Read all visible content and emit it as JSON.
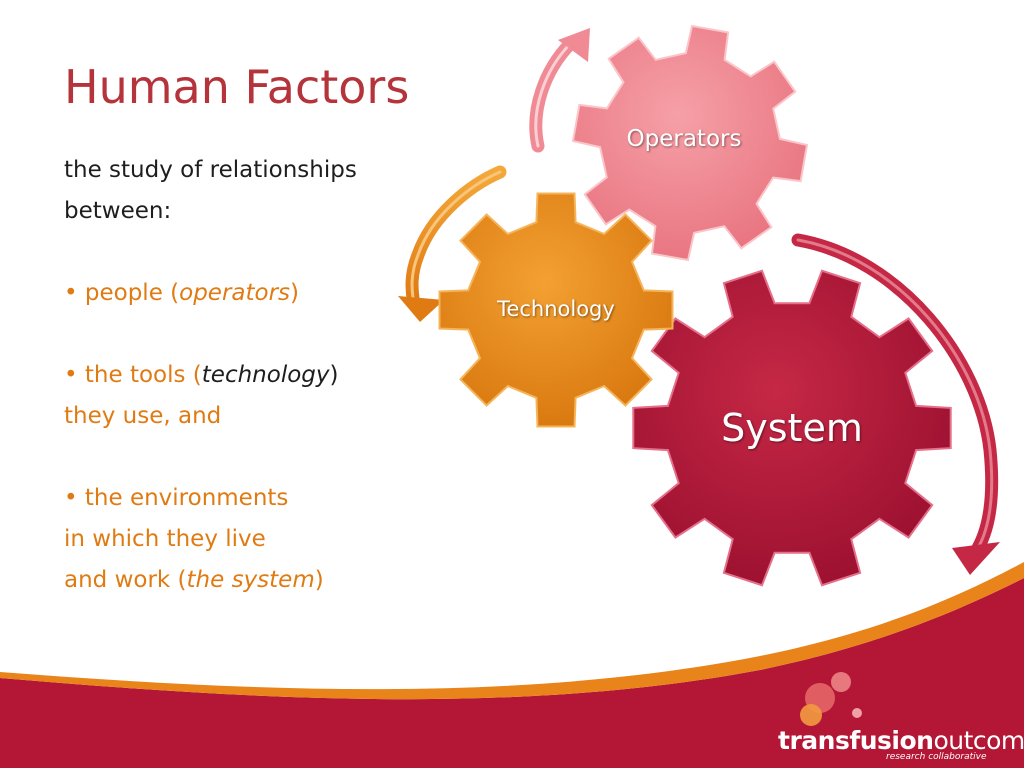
{
  "title": "Human Factors",
  "intro": [
    "the study of relationships",
    "between:"
  ],
  "bullets": [
    {
      "bullet": "•",
      "text": "people (",
      "emph": "operators",
      "close": ")"
    },
    {
      "bullet": "•",
      "text": "the tools (",
      "emph": "technology",
      "close": ")",
      "cont": "they use, and"
    },
    {
      "bullet": "•",
      "text": "the environments",
      "cont1": "in which they live",
      "cont2_prefix": "and work (",
      "emph": "the system",
      "close": ")"
    }
  ],
  "gears": {
    "operators": {
      "label": "Operators",
      "color": "#f0868f"
    },
    "technology": {
      "label": "Technology",
      "color": "#e88a1c"
    },
    "system": {
      "label": "System",
      "color": "#b3173a"
    }
  },
  "logo": {
    "bold": "transfusion",
    "light": "outcomes",
    "sub": "research collaborative"
  },
  "colors": {
    "title": "#b5333a",
    "accent_orange": "#e07b14",
    "footer_red": "#b41635"
  }
}
